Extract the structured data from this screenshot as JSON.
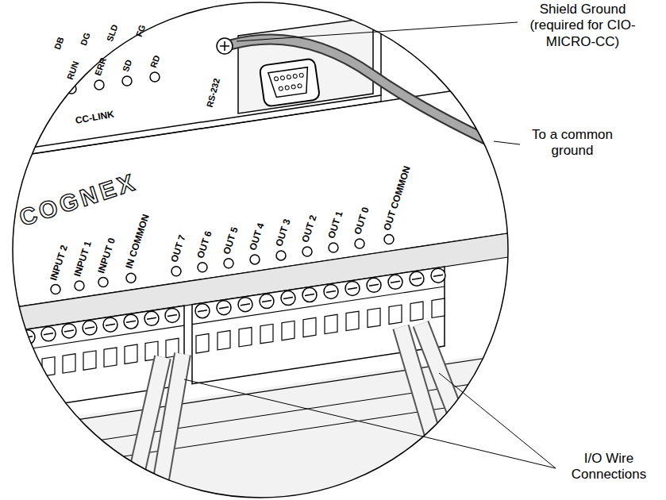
{
  "diagram": {
    "labels": [
      "Shield Ground (required for CIO-MICRO-CC)",
      "To a common ground",
      "I/O Wire Connections",
      "DB",
      "DG",
      "SLD",
      "FG",
      "RUN",
      "ERR",
      "SD",
      "RD",
      "CC-LINK",
      "RS-232",
      "COGNEX",
      "INPUT 2",
      "INPUT 1",
      "INPUT 0",
      "IN COMMON",
      "OUT 7",
      "OUT 6",
      "OUT 5",
      "OUT 4",
      "OUT 3",
      "OUT 2",
      "OUT 1",
      "OUT 0",
      "OUT COMMON"
    ]
  }
}
